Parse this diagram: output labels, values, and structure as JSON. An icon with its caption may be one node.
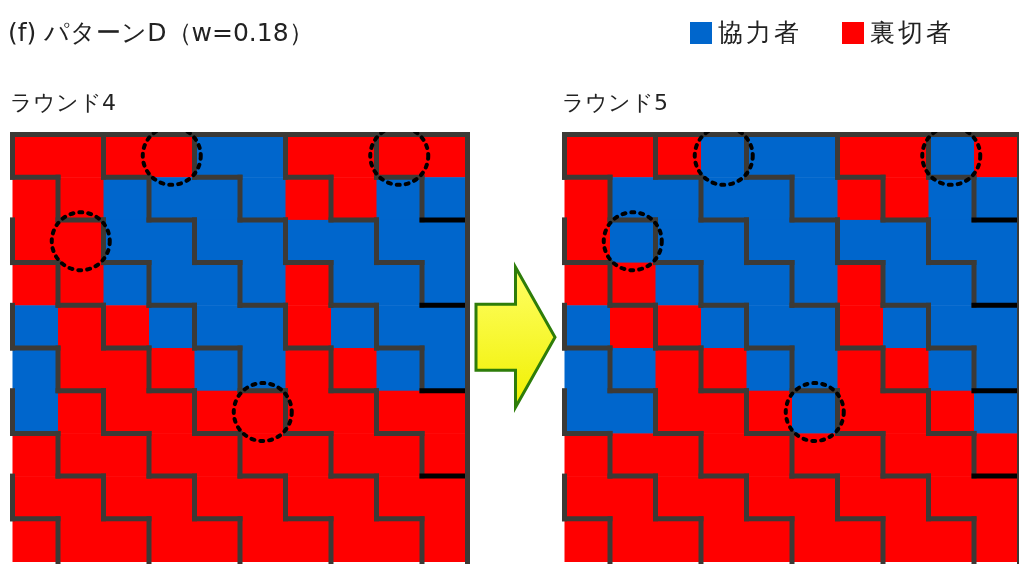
{
  "diagram": {
    "title": "(f) パターンD（w=0.18）",
    "nodes": [
      {
        "text": [
          "ラウンド4"
        ]
      },
      {
        "text": [
          "ラウンド5"
        ]
      }
    ],
    "edges": [
      {
        "from": 0,
        "to": 1,
        "arrow": "to"
      }
    ],
    "legend": [
      {
        "text": "協力者",
        "color": "#0066cc"
      },
      {
        "text": "裏切者",
        "color": "#ff0000"
      }
    ]
  }
}
